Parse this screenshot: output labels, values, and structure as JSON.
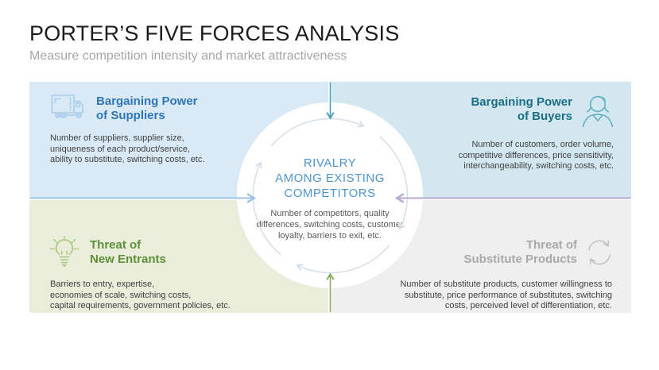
{
  "slide": {
    "title": "PORTER’S FIVE FORCES ANALYSIS",
    "subtitle": "Measure competition intensity and market attractiveness"
  },
  "quadrants": {
    "suppliers": {
      "heading": "Bargaining Power\nof Suppliers",
      "body": "Number of suppliers, supplier size,\nuniqueness of each product/service,\nability to substitute, switching costs, etc.",
      "icon": "truck-icon",
      "bg": "#d9eaf6",
      "accent": "#2e75b6"
    },
    "buyers": {
      "heading": "Bargaining Power\nof Buyers",
      "body": "Number of customers, order volume,\ncompetitive differences, price sensitivity,\ninterchangeability, switching costs, etc.",
      "icon": "buyer-person-icon",
      "bg": "#d3e7f0",
      "accent": "#1a6f85"
    },
    "new_entrants": {
      "heading": "Threat of\nNew Entrants",
      "body": "Barriers to entry, expertise,\neconomies of scale, switching costs,\ncapital requirements, government policies, etc.",
      "icon": "lightbulb-icon",
      "bg": "#e9edd9",
      "accent": "#5e8f3b"
    },
    "substitutes": {
      "heading": "Threat of\nSubstitute Products",
      "body": "Number of substitute products, customer willingness to\nsubstitute, price performance of substitutes, switching\ncosts, perceived level of differentiation, etc.",
      "icon": "cycle-arrows-icon",
      "bg": "#efefef",
      "accent": "#a9a9a9"
    }
  },
  "center": {
    "heading": "RIVALRY\nAMONG EXISTING\nCOMPETITORS",
    "body": "Number of competitors, quality\ndifferences, switching costs, customer\nloyalty, barriers to exit, etc.",
    "heading_color": "#4e95cd"
  },
  "arrows": {
    "top_color": "#4ba0b5",
    "left_color": "#9dc3e6",
    "right_color": "#b8abcf",
    "bottom_color": "#8aab5e",
    "inner_cycle_color": "#d5dfe7"
  }
}
